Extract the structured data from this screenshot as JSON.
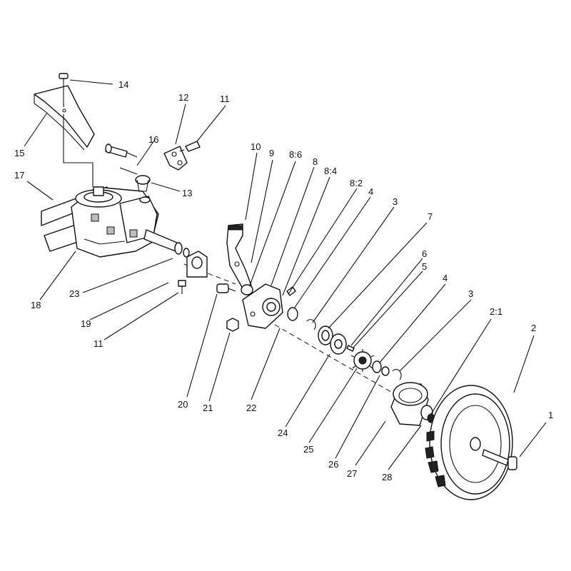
{
  "callouts": [
    {
      "id": "1",
      "text": "1"
    },
    {
      "id": "2",
      "text": "2"
    },
    {
      "id": "2-1",
      "text": "2:1"
    },
    {
      "id": "3-lower",
      "text": "3"
    },
    {
      "id": "4-lower",
      "text": "4"
    },
    {
      "id": "5",
      "text": "5"
    },
    {
      "id": "6",
      "text": "6"
    },
    {
      "id": "7",
      "text": "7"
    },
    {
      "id": "3-upper",
      "text": "3"
    },
    {
      "id": "4-upper",
      "text": "4"
    },
    {
      "id": "8-2",
      "text": "8:2"
    },
    {
      "id": "8-4",
      "text": "8:4"
    },
    {
      "id": "8",
      "text": "8"
    },
    {
      "id": "8-6",
      "text": "8:6"
    },
    {
      "id": "9",
      "text": "9"
    },
    {
      "id": "10",
      "text": "10"
    },
    {
      "id": "11-upper",
      "text": "11"
    },
    {
      "id": "12",
      "text": "12"
    },
    {
      "id": "13",
      "text": "13"
    },
    {
      "id": "14",
      "text": "14"
    },
    {
      "id": "15",
      "text": "15"
    },
    {
      "id": "16",
      "text": "16"
    },
    {
      "id": "17",
      "text": "17"
    },
    {
      "id": "18",
      "text": "18"
    },
    {
      "id": "23",
      "text": "23"
    },
    {
      "id": "19",
      "text": "19"
    },
    {
      "id": "11-lower",
      "text": "11"
    },
    {
      "id": "20",
      "text": "20"
    },
    {
      "id": "21",
      "text": "21"
    },
    {
      "id": "22",
      "text": "22"
    },
    {
      "id": "24",
      "text": "24"
    },
    {
      "id": "25",
      "text": "25"
    },
    {
      "id": "26",
      "text": "26"
    },
    {
      "id": "27",
      "text": "27"
    },
    {
      "id": "28",
      "text": "28"
    }
  ]
}
